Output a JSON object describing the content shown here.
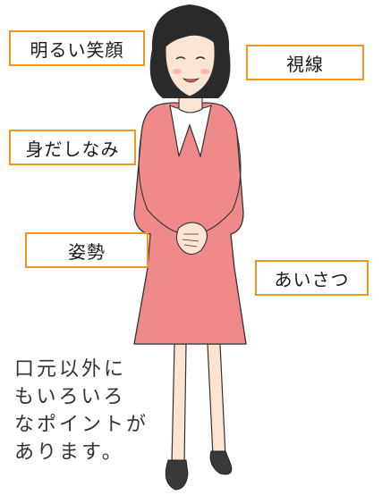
{
  "labels": {
    "smile": "明るい笑顔",
    "gaze": "視線",
    "grooming": "身だしなみ",
    "posture": "姿勢",
    "greeting": "あいさつ"
  },
  "note": {
    "lines": [
      "口元以外に",
      "もいろいろ",
      "なポイントが",
      "あります。"
    ]
  },
  "colors": {
    "box_border": "#f0961e",
    "dress": "#f08a8a",
    "hair": "#2a2a2a",
    "skin": "#fce4d2",
    "shoes": "#3a3a3a"
  }
}
